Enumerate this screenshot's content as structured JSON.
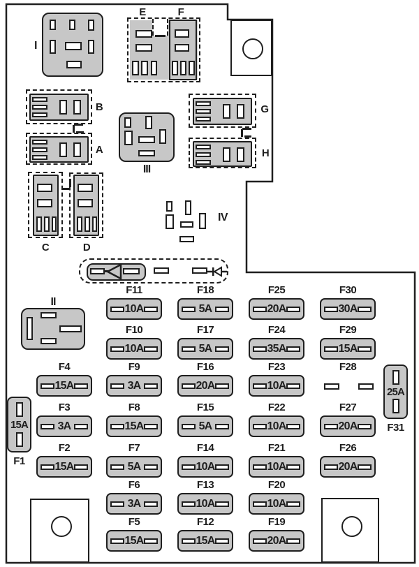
{
  "labels": {
    "relay_i": "I",
    "relay_ii": "II",
    "relay_iii": "III",
    "relay_iv": "IV",
    "conn_a": "A",
    "conn_b": "B",
    "conn_c": "C",
    "conn_d": "D",
    "conn_e": "E",
    "conn_f": "F",
    "conn_g": "G",
    "conn_h": "H"
  },
  "fuse_f1": {
    "id": "F1",
    "amps": "15A"
  },
  "fuse_f28": {
    "id": "F28"
  },
  "fuse_f31": {
    "id": "F31",
    "amps": "25A"
  },
  "fuses": [
    {
      "id": "F11",
      "amps": "10A",
      "col": 2,
      "row": 1
    },
    {
      "id": "F18",
      "amps": "5A",
      "col": 3,
      "row": 1
    },
    {
      "id": "F25",
      "amps": "20A",
      "col": 4,
      "row": 1
    },
    {
      "id": "F30",
      "amps": "30A",
      "col": 5,
      "row": 1
    },
    {
      "id": "F10",
      "amps": "10A",
      "col": 2,
      "row": 2
    },
    {
      "id": "F17",
      "amps": "5A",
      "col": 3,
      "row": 2
    },
    {
      "id": "F24",
      "amps": "35A",
      "col": 4,
      "row": 2
    },
    {
      "id": "F29",
      "amps": "15A",
      "col": 5,
      "row": 2
    },
    {
      "id": "F4",
      "amps": "15A",
      "col": 1,
      "row": 3
    },
    {
      "id": "F9",
      "amps": "3A",
      "col": 2,
      "row": 3
    },
    {
      "id": "F16",
      "amps": "20A",
      "col": 3,
      "row": 3
    },
    {
      "id": "F23",
      "amps": "10A",
      "col": 4,
      "row": 3
    },
    {
      "id": "F3",
      "amps": "3A",
      "col": 1,
      "row": 4
    },
    {
      "id": "F8",
      "amps": "15A",
      "col": 2,
      "row": 4
    },
    {
      "id": "F15",
      "amps": "5A",
      "col": 3,
      "row": 4
    },
    {
      "id": "F22",
      "amps": "10A",
      "col": 4,
      "row": 4
    },
    {
      "id": "F27",
      "amps": "20A",
      "col": 5,
      "row": 4
    },
    {
      "id": "F2",
      "amps": "15A",
      "col": 1,
      "row": 5
    },
    {
      "id": "F7",
      "amps": "5A",
      "col": 2,
      "row": 5
    },
    {
      "id": "F14",
      "amps": "10A",
      "col": 3,
      "row": 5
    },
    {
      "id": "F21",
      "amps": "10A",
      "col": 4,
      "row": 5
    },
    {
      "id": "F26",
      "amps": "20A",
      "col": 5,
      "row": 5
    },
    {
      "id": "F6",
      "amps": "3A",
      "col": 2,
      "row": 6
    },
    {
      "id": "F13",
      "amps": "10A",
      "col": 3,
      "row": 6
    },
    {
      "id": "F20",
      "amps": "10A",
      "col": 4,
      "row": 6
    },
    {
      "id": "F5",
      "amps": "15A",
      "col": 2,
      "row": 7
    },
    {
      "id": "F12",
      "amps": "15A",
      "col": 3,
      "row": 7
    },
    {
      "id": "F19",
      "amps": "20A",
      "col": 4,
      "row": 7
    }
  ],
  "colors": {
    "component_fill": "#c7c7c7",
    "line": "#1f1f1f",
    "background": "#ffffff"
  }
}
